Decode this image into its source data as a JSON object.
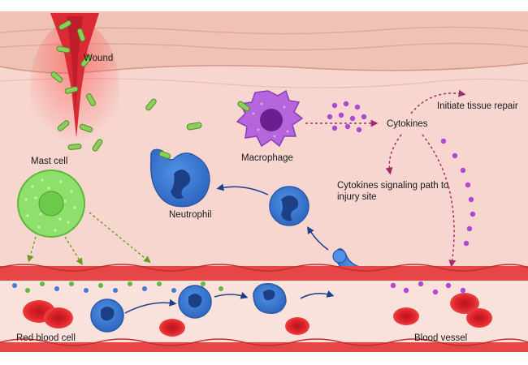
{
  "labels": {
    "wound": "Wound",
    "mast_cell": "Mast cell",
    "macrophage": "Macrophage",
    "cytokines": "Cytokines",
    "initiate_repair": "Initiate tissue repair",
    "cytokines_signaling": "Cytokines signaling path to injury site",
    "neutrophil": "Neutrophil",
    "red_blood_cell": "Red blood cell",
    "blood_vessel": "Blood vessel"
  },
  "colors": {
    "tissue": "#f6d6cf",
    "skin": "#efc2b5",
    "wound": "#d92a35",
    "bacteria": "#8cd05a",
    "mast_cell": "#8ee06c",
    "macrophage": "#a64fd1",
    "neutrophil": "#3e7fd6",
    "red_blood_cell": "#e0262c",
    "vessel_wall": "#e64646",
    "cytokine": "#b048d6",
    "signal_arrow": "#a0306a",
    "migration_arrow": "#1c3e8c",
    "granule_arrow": "#6a9a1f"
  }
}
